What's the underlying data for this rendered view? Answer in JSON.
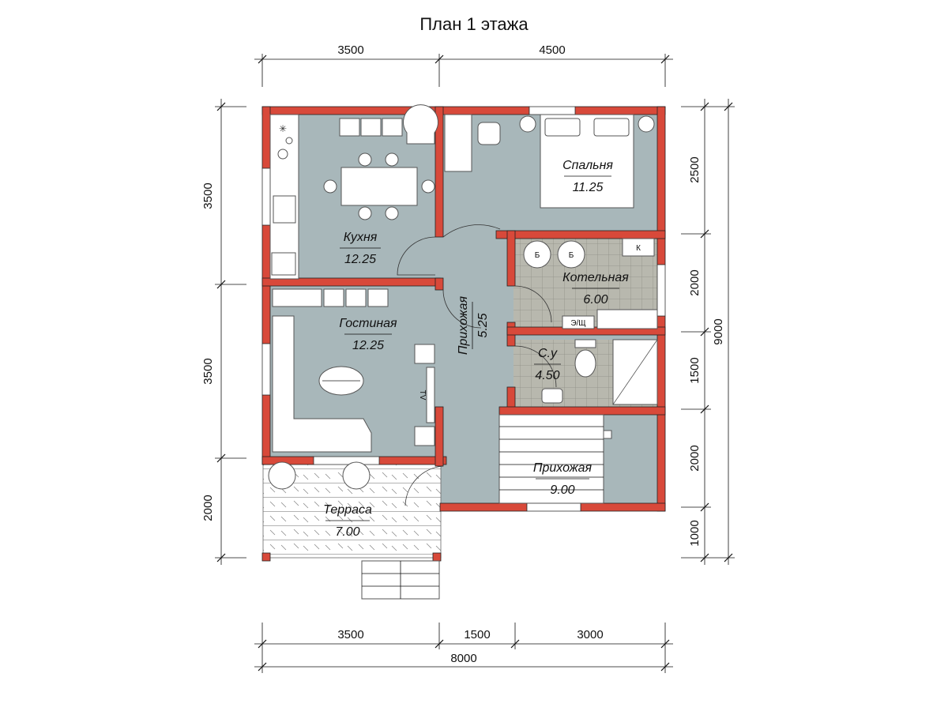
{
  "title": "План 1 этажа",
  "dimensions": {
    "top": [
      "3500",
      "4500"
    ],
    "bottom": [
      "3500",
      "1500",
      "3000"
    ],
    "bottom_total": "8000",
    "left": [
      "3500",
      "3500",
      "2000"
    ],
    "right": [
      "2500",
      "2000",
      "1500",
      "2000",
      "1000"
    ],
    "right_total": "9000"
  },
  "rooms": {
    "kitchen": {
      "name": "Кухня",
      "area": "12.25"
    },
    "living": {
      "name": "Гостиная",
      "area": "12.25"
    },
    "hall_corridor": {
      "name": "Прихожая",
      "area": "5.25"
    },
    "bedroom": {
      "name": "Спальня",
      "area": "11.25"
    },
    "boiler": {
      "name": "Котельная",
      "area": "6.00"
    },
    "bathroom": {
      "name": "С.у",
      "area": "4.50"
    },
    "hall_entry": {
      "name": "Прихожая",
      "area": "9.00"
    },
    "terrace": {
      "name": "Терраса",
      "area": "7.00"
    }
  },
  "labels": {
    "boiler_b1": "Б",
    "boiler_b2": "Б",
    "boiler_k": "К",
    "panel": "Э/Щ",
    "tv": "TV"
  },
  "colors": {
    "wall": "#d8493a",
    "floor": "#a8b7ba",
    "tile": "#b8b8ae"
  }
}
